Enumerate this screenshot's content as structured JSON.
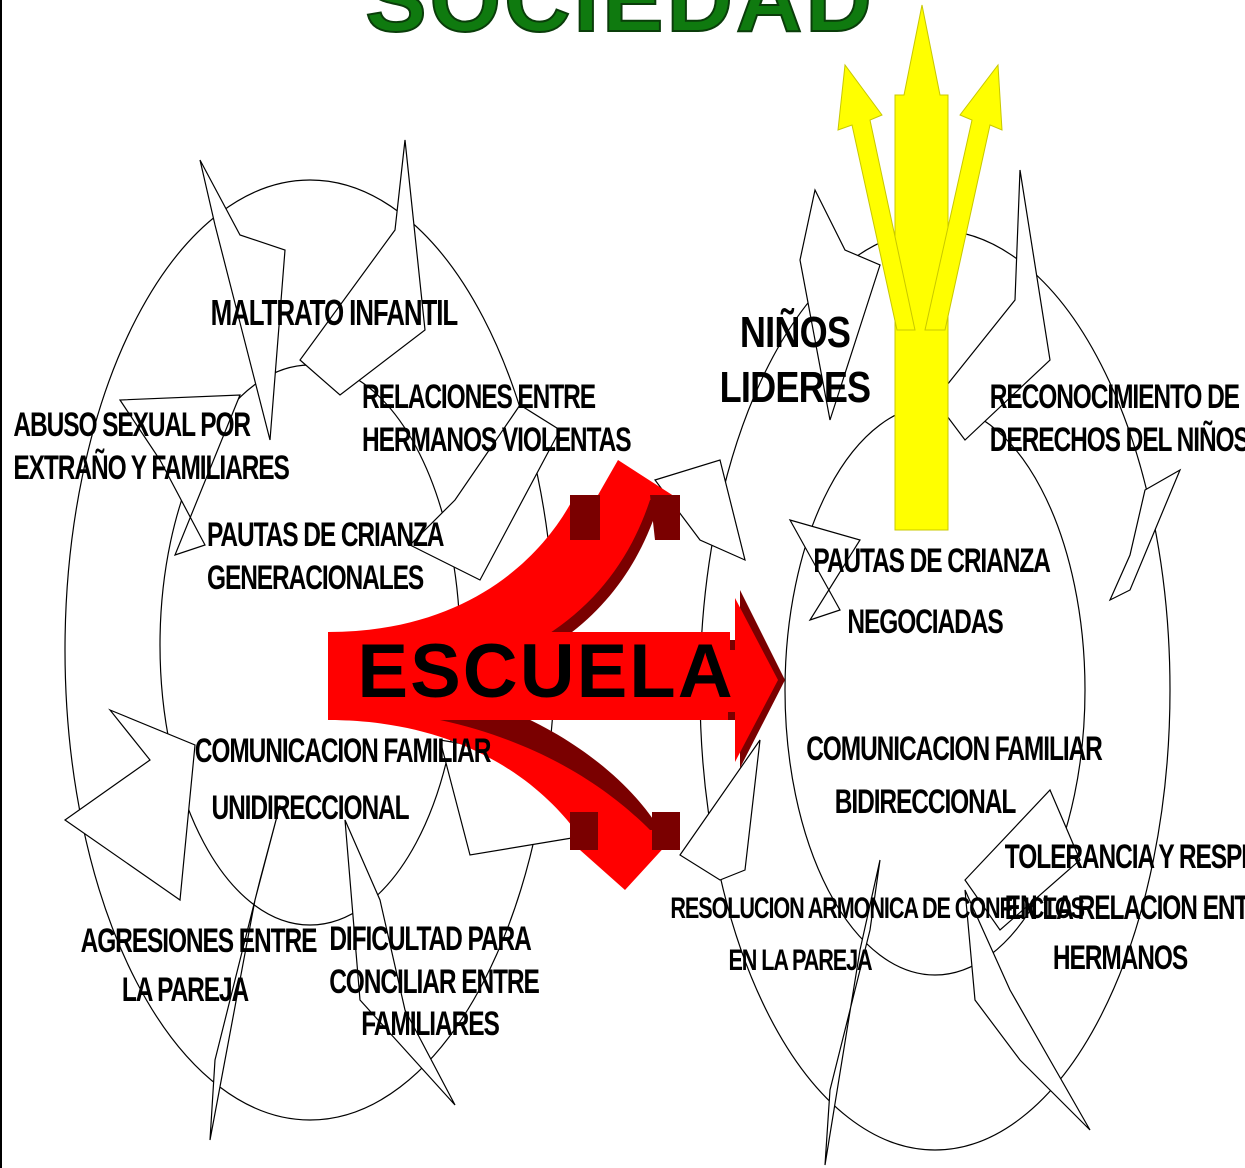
{
  "title": "SOCIEDAD",
  "center_label": "ESCUELA",
  "left_cycle": {
    "items": [
      {
        "lines": [
          "MALTRATO INFANTIL"
        ]
      },
      {
        "lines": [
          "RELACIONES ENTRE",
          "HERMANOS VIOLENTAS"
        ]
      },
      {
        "lines": [
          "ABUSO SEXUAL POR",
          "EXTRAÑO Y FAMILIARES"
        ]
      },
      {
        "lines": [
          "PAUTAS DE CRIANZA",
          "GENERACIONALES"
        ]
      },
      {
        "lines": [
          "COMUNICACION FAMILIAR",
          "UNIDIRECCIONAL"
        ]
      },
      {
        "lines": [
          "AGRESIONES ENTRE",
          "LA PAREJA"
        ]
      },
      {
        "lines": [
          "DIFICULTAD PARA",
          "CONCILIAR ENTRE",
          "FAMILIARES"
        ]
      }
    ]
  },
  "right_cycle": {
    "items": [
      {
        "lines": [
          "NIÑOS",
          "LIDERES"
        ]
      },
      {
        "lines": [
          "RECONOCIMIENTO DE LOS",
          "DERECHOS DEL NIÑOS"
        ]
      },
      {
        "lines": [
          "PAUTAS DE CRIANZA",
          "NEGOCIADAS"
        ]
      },
      {
        "lines": [
          "COMUNICACION FAMILIAR",
          "BIDIRECCIONAL"
        ]
      },
      {
        "lines": [
          "TOLERANCIA Y RESPETO",
          "EN LA RELACION ENTRE",
          "HERMANOS"
        ]
      },
      {
        "lines": [
          "RESOLUCION ARMONICA DE CONFLICTOS",
          "EN LA PAREJA"
        ]
      }
    ]
  },
  "colors": {
    "title": "#0f7a0f",
    "red_arrow": "#ff0000",
    "red_arrow_shadow": "#7a0000",
    "yellow_arrow": "#ffff00",
    "outline": "#000000"
  }
}
